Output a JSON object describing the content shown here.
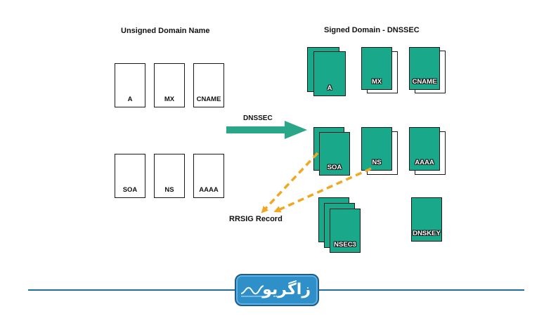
{
  "diagram": {
    "unsigned_title": "Unsigned Domain Name",
    "signed_title": "Signed Domain - DNSSEC",
    "arrow_label": "DNSSEC",
    "rrsig_label": "RRSIG Record",
    "unsigned_records": [
      "A",
      "MX",
      "CNAME",
      "SOA",
      "NS",
      "AAAA"
    ],
    "signed_records": [
      "A",
      "MX",
      "CNAME",
      "SOA",
      "NS",
      "AAAA",
      "NSEC3",
      "DNSKEY"
    ]
  },
  "logo": {
    "text": "زاگریو"
  },
  "colors": {
    "record_green": "#19a98a",
    "dnssec_arrow": "#2aa689",
    "rrsig_arrow": "#f0a822",
    "rule_line": "#1f6f9a",
    "logo_bg": "#2f8fc9"
  }
}
